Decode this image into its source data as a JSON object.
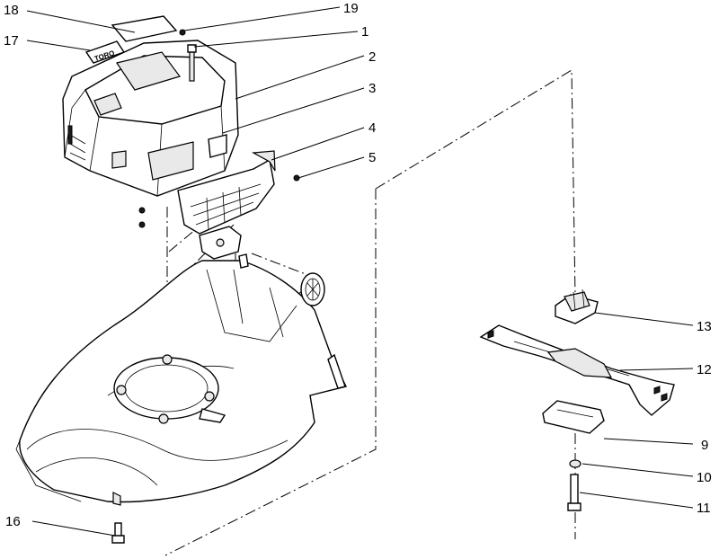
{
  "figure": {
    "brand_decal": "TORO",
    "callouts": [
      {
        "id": "c18",
        "label": "18"
      },
      {
        "id": "c19",
        "label": "19"
      },
      {
        "id": "c17",
        "label": "17"
      },
      {
        "id": "c1",
        "label": "1"
      },
      {
        "id": "c2",
        "label": "2"
      },
      {
        "id": "c3",
        "label": "3"
      },
      {
        "id": "c4",
        "label": "4"
      },
      {
        "id": "c5",
        "label": "5"
      },
      {
        "id": "c13",
        "label": "13"
      },
      {
        "id": "c12",
        "label": "12"
      },
      {
        "id": "c9",
        "label": "9"
      },
      {
        "id": "c10",
        "label": "10"
      },
      {
        "id": "c11",
        "label": "11"
      },
      {
        "id": "c16",
        "label": "16"
      }
    ]
  }
}
